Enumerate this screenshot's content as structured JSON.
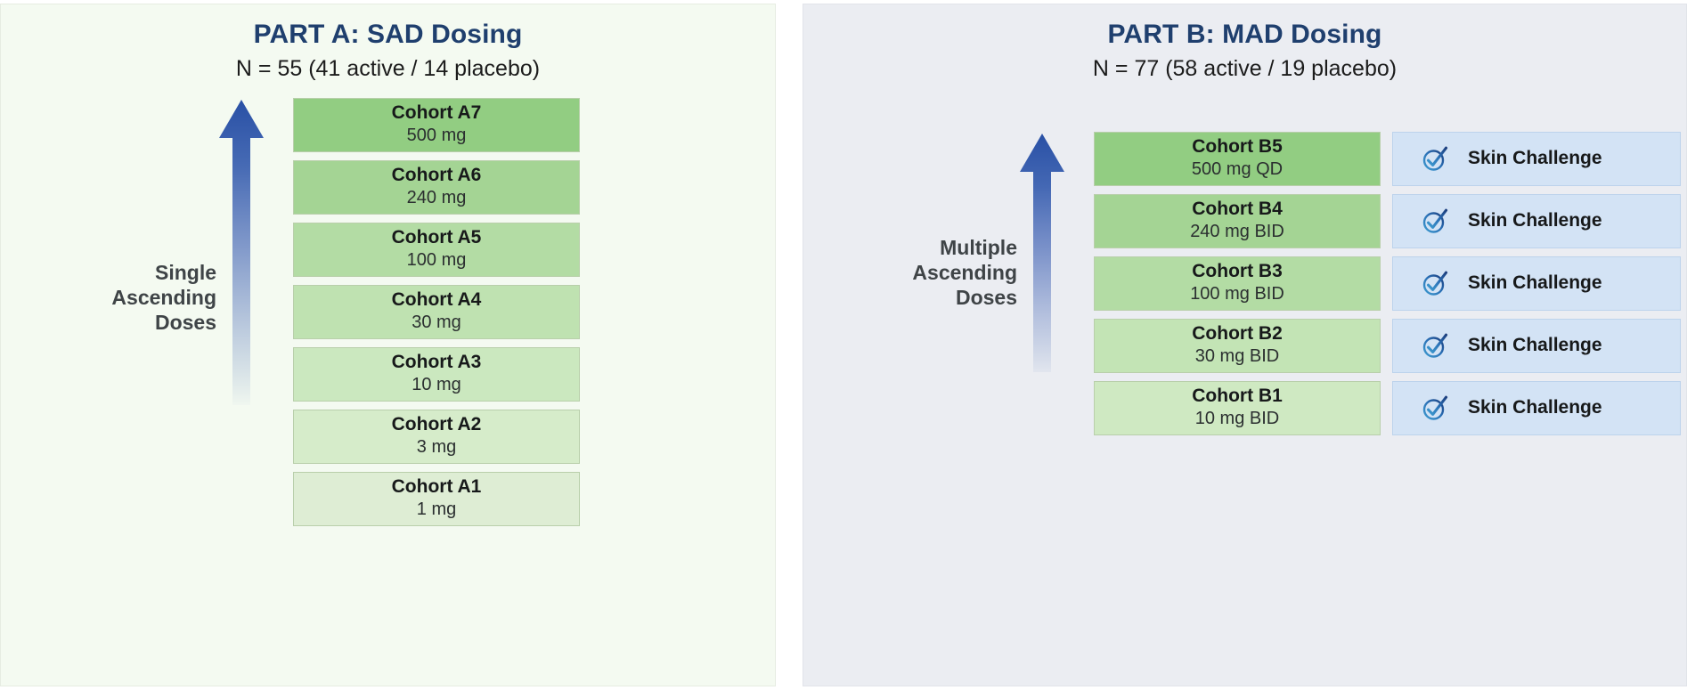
{
  "colors": {
    "title_navy": "#1F3F6E",
    "panel_a_bg": "#F4FAF1",
    "panel_b_bg": "#EBEDF2",
    "dose_top_green": "#92CD82",
    "dose_bottom_green": "#DEEDD4",
    "challenge_blue": "#D3E3F5",
    "arrow_top_blue": "#2B55A8",
    "axis_label_gray": "#3F4447"
  },
  "panels": [
    {
      "id": "part-a",
      "title": "PART A: SAD Dosing",
      "subtitle": "N = 55 (41 active / 14 placebo)",
      "axis_label": "Single\nAscending\nDoses",
      "arrow_icon": "up-arrow-gradient-icon",
      "cohorts": [
        {
          "name": "Cohort A7",
          "dose": "500 mg"
        },
        {
          "name": "Cohort A6",
          "dose": "240 mg"
        },
        {
          "name": "Cohort A5",
          "dose": "100 mg"
        },
        {
          "name": "Cohort A4",
          "dose": "30 mg"
        },
        {
          "name": "Cohort A3",
          "dose": "10 mg"
        },
        {
          "name": "Cohort A2",
          "dose": "3 mg"
        },
        {
          "name": "Cohort A1",
          "dose": "1 mg"
        }
      ]
    },
    {
      "id": "part-b",
      "title": "PART B: MAD Dosing",
      "subtitle": "N = 77 (58 active / 19 placebo)",
      "axis_label": "Multiple\nAscending\nDoses",
      "arrow_icon": "up-arrow-gradient-icon",
      "cohorts": [
        {
          "name": "Cohort B5",
          "dose": "500 mg QD",
          "challenge": "Skin Challenge",
          "challenge_icon": "check-circle-icon"
        },
        {
          "name": "Cohort B4",
          "dose": "240 mg BID",
          "challenge": "Skin Challenge",
          "challenge_icon": "check-circle-icon"
        },
        {
          "name": "Cohort B3",
          "dose": "100 mg BID",
          "challenge": "Skin Challenge",
          "challenge_icon": "check-circle-icon"
        },
        {
          "name": "Cohort B2",
          "dose": "30 mg BID",
          "challenge": "Skin Challenge",
          "challenge_icon": "check-circle-icon"
        },
        {
          "name": "Cohort B1",
          "dose": "10 mg BID",
          "challenge": "Skin Challenge",
          "challenge_icon": "check-circle-icon"
        }
      ]
    }
  ]
}
